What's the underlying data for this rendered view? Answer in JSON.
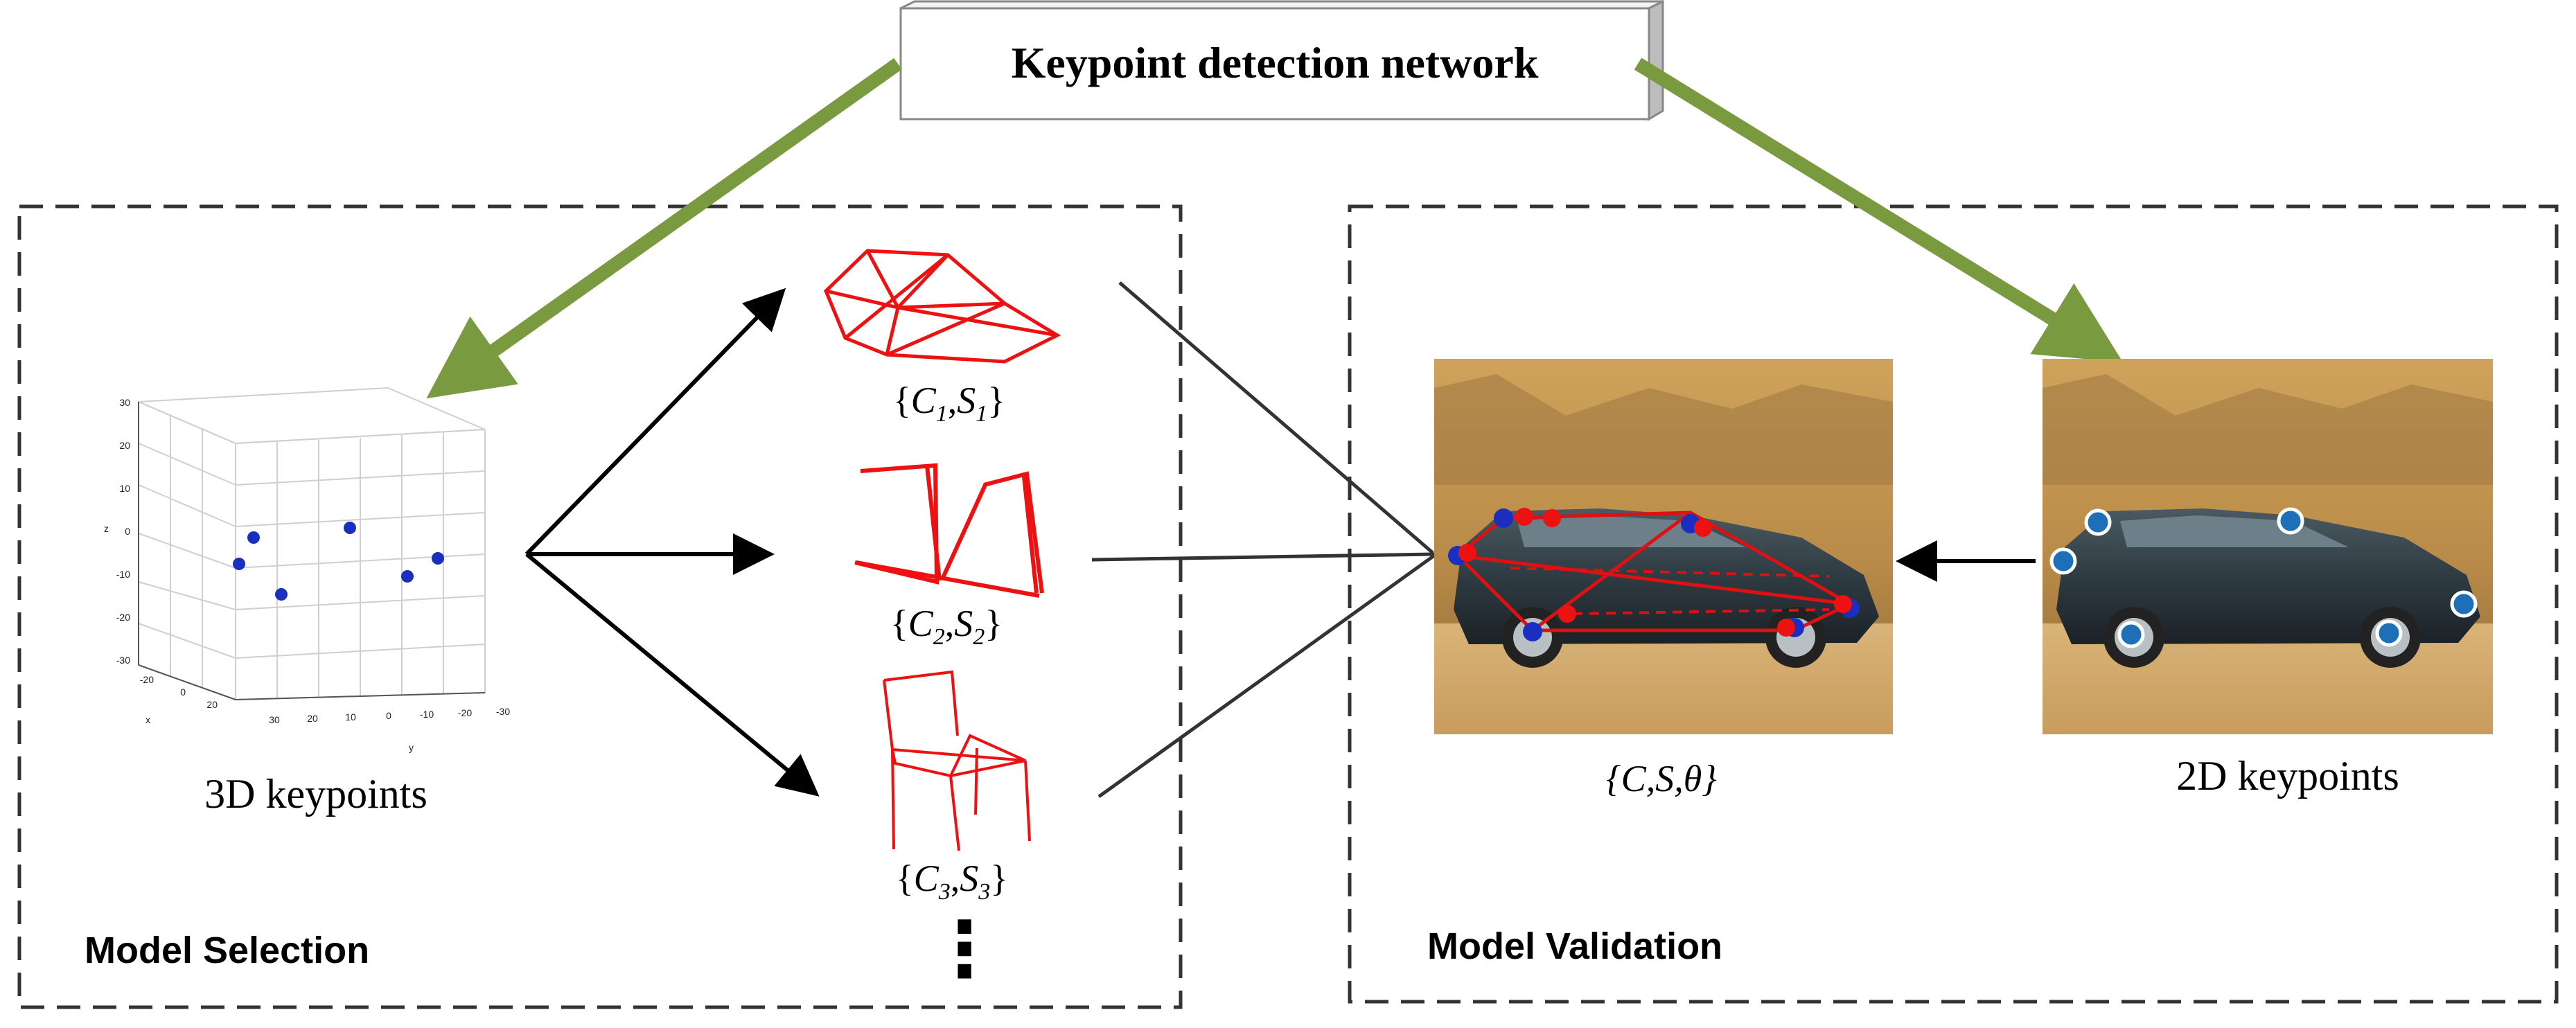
{
  "header": {
    "title": "Keypoint detection network"
  },
  "model_selection": {
    "panel_label": "Model Selection",
    "plot_label": "3D keypoints",
    "plot_axes": {
      "z_ticks": [
        "30",
        "20",
        "10",
        "0",
        "-10",
        "-20",
        "-30"
      ],
      "x_ticks": [
        "-20",
        "0",
        "20"
      ],
      "y_ticks": [
        "30",
        "20",
        "10",
        "0",
        "-10",
        "-20",
        "-30"
      ],
      "x_label": "x",
      "y_label": "y",
      "z_label": "z"
    },
    "candidates": [
      {
        "C": "C",
        "S": "S",
        "sub": "1",
        "label_text": "{C1,S1}",
        "shape": "sofa"
      },
      {
        "C": "C",
        "S": "S",
        "sub": "2",
        "label_text": "{C2,S2}",
        "shape": "table"
      },
      {
        "C": "C",
        "S": "S",
        "sub": "3",
        "label_text": "{C3,S3}",
        "shape": "chair"
      }
    ],
    "ellipsis": "⋮"
  },
  "model_validation": {
    "panel_label": "Model Validation",
    "result_label": "{C,S,θ}",
    "keypoints_label": "2D keypoints"
  },
  "colors": {
    "arrow_green": "#7a9a3f",
    "wireframe_red": "#ee1111",
    "keypoint_blue": "#1f5fa8",
    "dashed_border": "#333333"
  }
}
